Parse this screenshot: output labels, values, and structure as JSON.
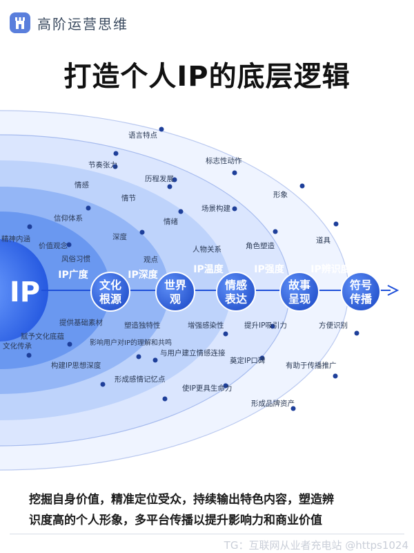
{
  "header": {
    "brand": "高阶运营思维"
  },
  "title": "打造个人IP的底层逻辑",
  "core": "IP",
  "stages": [
    {
      "label": "IP广度",
      "node": [
        "文化",
        "根源"
      ]
    },
    {
      "label": "IP深度",
      "node": [
        "世界",
        "观"
      ]
    },
    {
      "label": "IP温度",
      "node": [
        "情感",
        "表达"
      ]
    },
    {
      "label": "IP强度",
      "node": [
        "故事",
        "呈现"
      ]
    },
    {
      "label": "IP辨识度",
      "node": [
        "符号",
        "传播"
      ]
    }
  ],
  "upper_labels": {
    "ring1": [
      "精神内涵",
      "价值观念",
      "风俗习惯"
    ],
    "ring2": [
      "信仰体系",
      "深度",
      "观点"
    ],
    "ring3": [
      "情感",
      "情节",
      "情绪",
      "人物关系"
    ],
    "ring4": [
      "节奏张力",
      "历程发展",
      "场景构建",
      "角色塑造"
    ],
    "ring5": [
      "语言特点",
      "标志性动作",
      "形象",
      "道具"
    ]
  },
  "lower_labels": {
    "ring1": [
      "提供基础素材",
      "赋予文化底蕴",
      "文化传承"
    ],
    "ring2": [
      "塑造独特性",
      "影响用户对IP的理解和共鸣",
      "构建IP思想深度"
    ],
    "ring3": [
      "增强感染性",
      "与用户建立情感连接",
      "形成感情记忆点"
    ],
    "ring4": [
      "提升IP吸引力",
      "奠定IP口碑",
      "使IP更具生命力"
    ],
    "ring5": [
      "方便识别",
      "有助于传播推广",
      "形成品牌资产"
    ]
  },
  "summary": [
    "挖掘自身价值，精准定位受众，持续输出特色内容，塑造辨",
    "识度高的个人形象，多平台传播以提升影响力和商业价值"
  ],
  "watermark": "TG：互联网从业者充电站 @https1024",
  "colors": {
    "accent": "#2f5fe0",
    "deep": "#1e4fd8",
    "pale": "#eef3ff"
  }
}
